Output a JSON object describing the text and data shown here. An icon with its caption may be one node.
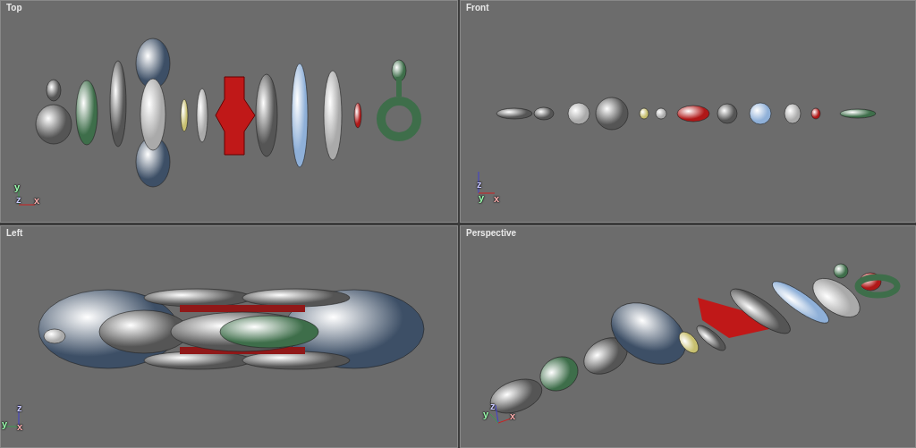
{
  "diagram": {
    "nodes": [
      {
        "text": [
          "Top"
        ]
      },
      {
        "text": [
          "Front"
        ]
      },
      {
        "text": [
          "Left"
        ]
      },
      {
        "text": [
          "Perspective"
        ]
      }
    ],
    "labels": [
      "y",
      "z",
      "x",
      "z",
      "y",
      "x",
      "z",
      "y",
      "x",
      "z",
      "y",
      "x"
    ]
  }
}
